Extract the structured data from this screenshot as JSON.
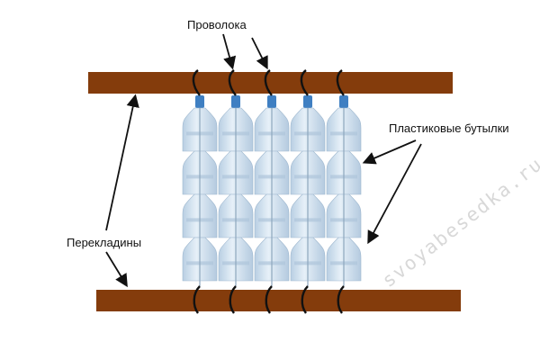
{
  "labels": {
    "wire": "Проволока",
    "bottles": "Пластиковые бутылки",
    "crossbars": "Перекладины"
  },
  "watermark": "svoyabesedka.ru",
  "colors": {
    "bar": "#843c0c",
    "bottle": "#c9dcec",
    "cap": "#3f7fc2",
    "wire": "#111111"
  },
  "bottle_columns": 5,
  "bottles_per_column": 4
}
